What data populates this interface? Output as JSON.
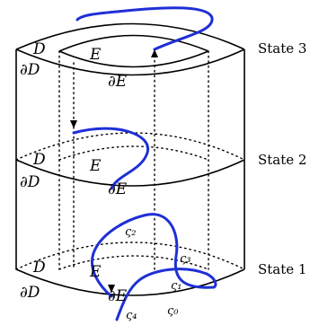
{
  "diagram": {
    "states": [
      {
        "label": "State 3",
        "region": "D",
        "interior": "E",
        "boundary": "∂D",
        "boundary_e": "∂E"
      },
      {
        "label": "State 2",
        "region": "D",
        "interior": "E",
        "boundary": "∂D",
        "boundary_e": "∂E"
      },
      {
        "label": "State 1",
        "region": "D",
        "interior": "E",
        "boundary": "∂D",
        "boundary_e": "∂E"
      }
    ],
    "points": {
      "s0": "ς₀",
      "s1": "ς₁",
      "s2": "ς₂",
      "s3": "ς₃",
      "s4": "ς₄"
    },
    "colors": {
      "curve": "#1f2fd6",
      "outline": "#000000"
    }
  }
}
